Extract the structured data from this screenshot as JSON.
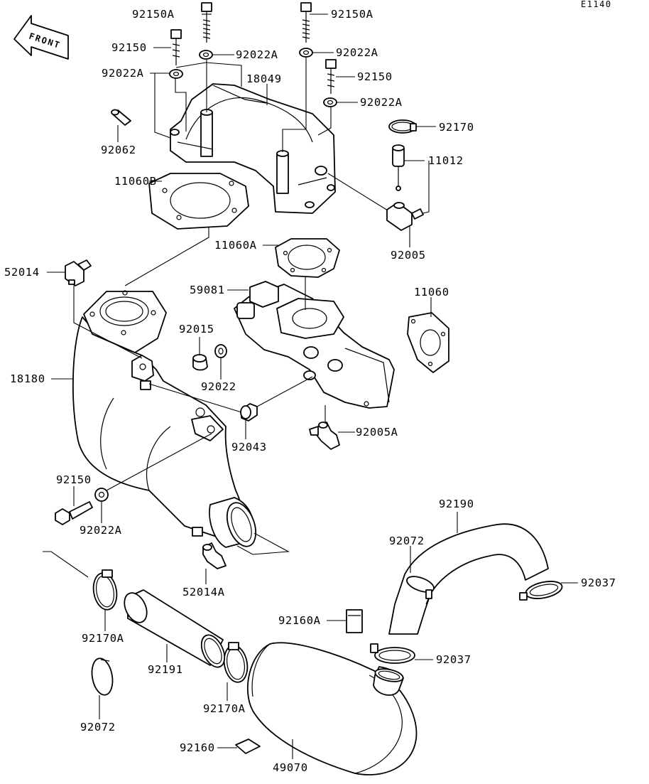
{
  "diagram_code": "E1140",
  "front_label": "FRONT",
  "labels": {
    "p92150A_1": "92150A",
    "p92150A_2": "92150A",
    "p92150_1": "92150",
    "p92022A_1": "92022A",
    "p92022A_2": "92022A",
    "p92022A_3": "92022A",
    "p18049": "18049",
    "p92150_2": "92150",
    "p92022A_4": "92022A",
    "p92062": "92062",
    "p92170": "92170",
    "p11012": "11012",
    "p11060B": "11060B",
    "p92005": "92005",
    "p11060A": "11060A",
    "p52014": "52014",
    "p59081": "59081",
    "p11060": "11060",
    "p92015": "92015",
    "p18180": "18180",
    "p92022": "92022",
    "p92043": "92043",
    "p92005A": "92005A",
    "p92150_3": "92150",
    "p92022A_5": "92022A",
    "p92190": "92190",
    "p92072_1": "92072",
    "p52014A": "52014A",
    "p92037_1": "92037",
    "p92170A_1": "92170A",
    "p92160A": "92160A",
    "p92037_2": "92037",
    "p92191": "92191",
    "p92170A_2": "92170A",
    "p92072_2": "92072",
    "p92160": "92160",
    "p49070": "49070"
  }
}
